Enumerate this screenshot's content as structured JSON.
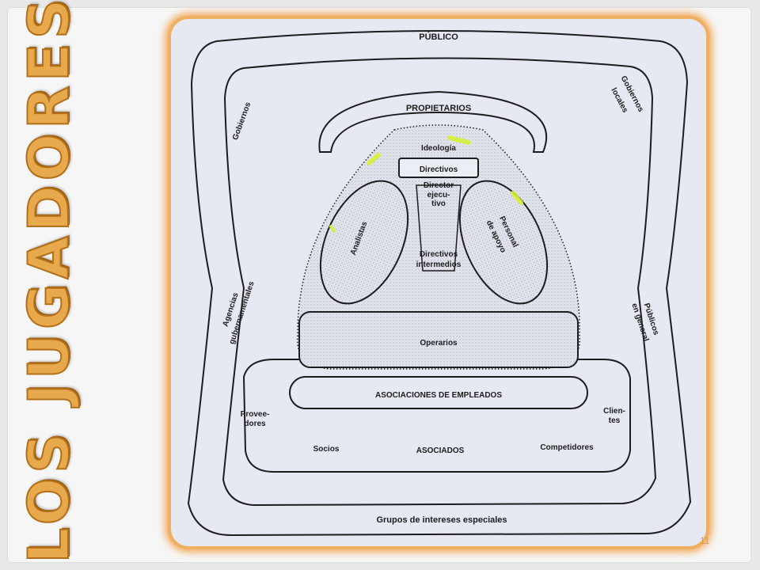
{
  "slide": {
    "title": "LOS JUGADORES",
    "page_number": "11"
  },
  "diagram": {
    "publico": "PÚBLICO",
    "gobiernos": "Gobiernos",
    "gobiernos_locales_1": "Gobiernos",
    "gobiernos_locales_2": "locales",
    "propietarios": "PROPIETARIOS",
    "ideologia": "Ideología",
    "directivos": "Directivos",
    "director_1": "Director",
    "director_2": "ejecu-",
    "director_3": "tivo",
    "analistas": "Analistas",
    "personal_1": "Personal",
    "personal_2": "de apoyo",
    "directivos_int_1": "Directivos",
    "directivos_int_2": "intermedios",
    "operarios": "Operarios",
    "agencias_1": "Agencias",
    "agencias_2": "gubernamentales",
    "publicos_1": "Públicos",
    "publicos_2": "en general",
    "asociaciones": "ASOCIACIONES DE EMPLEADOS",
    "proveedores_1": "Provee-",
    "proveedores_2": "dores",
    "clientes_1": "Clien-",
    "clientes_2": "tes",
    "socios": "Socios",
    "asociados": "ASOCIADOS",
    "competidores": "Competidores",
    "grupos": "Grupos de intereses especiales"
  },
  "colors": {
    "title": "#e8a84c",
    "frame": "#f0b063",
    "highlight": "#d7f03a"
  }
}
